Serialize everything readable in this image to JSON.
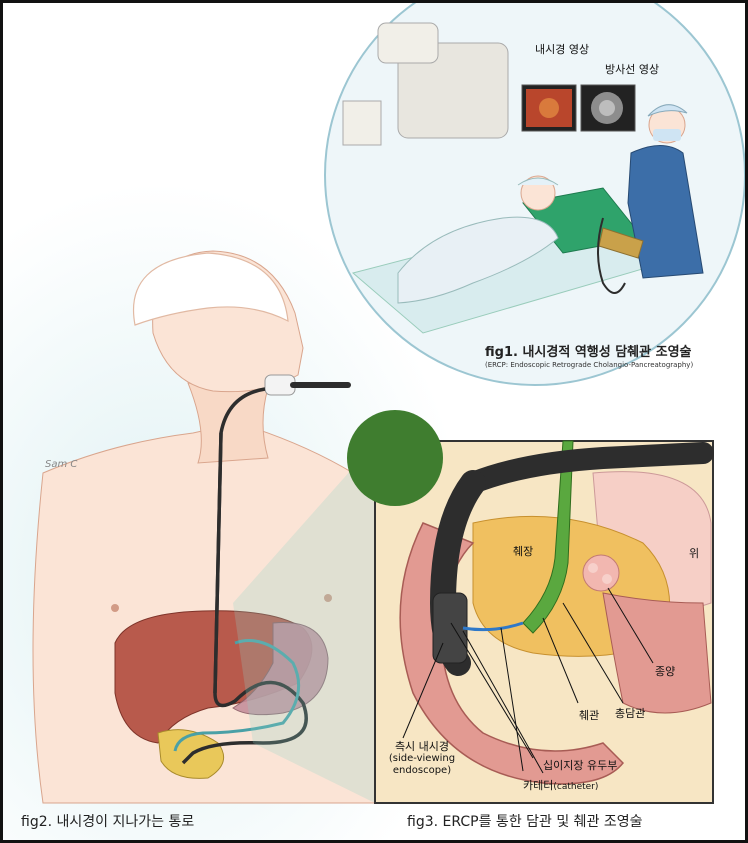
{
  "fig1": {
    "caption": "fig1. 내시경적 역행성 담췌관 조영술",
    "subcaption": "(ERCP: Endoscopic Retrograde Cholangio-Pancreatography)",
    "monitor_left_label": "내시경 영상",
    "monitor_right_label": "방사선 영상"
  },
  "fig2": {
    "caption": "fig2. 내시경이 지나가는 통로",
    "signature": "Sam C"
  },
  "fig3": {
    "caption": "fig3. ERCP를 통한 담관 및 췌관 조영술",
    "labels": {
      "pancreas": "췌장",
      "stomach": "위",
      "tumor": "종양",
      "common_bile_duct": "총담관",
      "pancreatic_duct": "췌관",
      "side_viewing_endoscope": "측시 내시경",
      "side_viewing_endoscope_en": "(side-viewing",
      "side_viewing_endoscope_en2": "endoscope)",
      "duodenal_papilla": "십이지장 유두부",
      "catheter": "카테터",
      "catheter_en": "(catheter)"
    }
  },
  "colors": {
    "border": "#111111",
    "liver": "#b85a4c",
    "pancreas": "#f0c060",
    "duodenum": "#e29a92",
    "endoscope": "#2d2d2d",
    "circle_bg": "#eef6f9"
  }
}
